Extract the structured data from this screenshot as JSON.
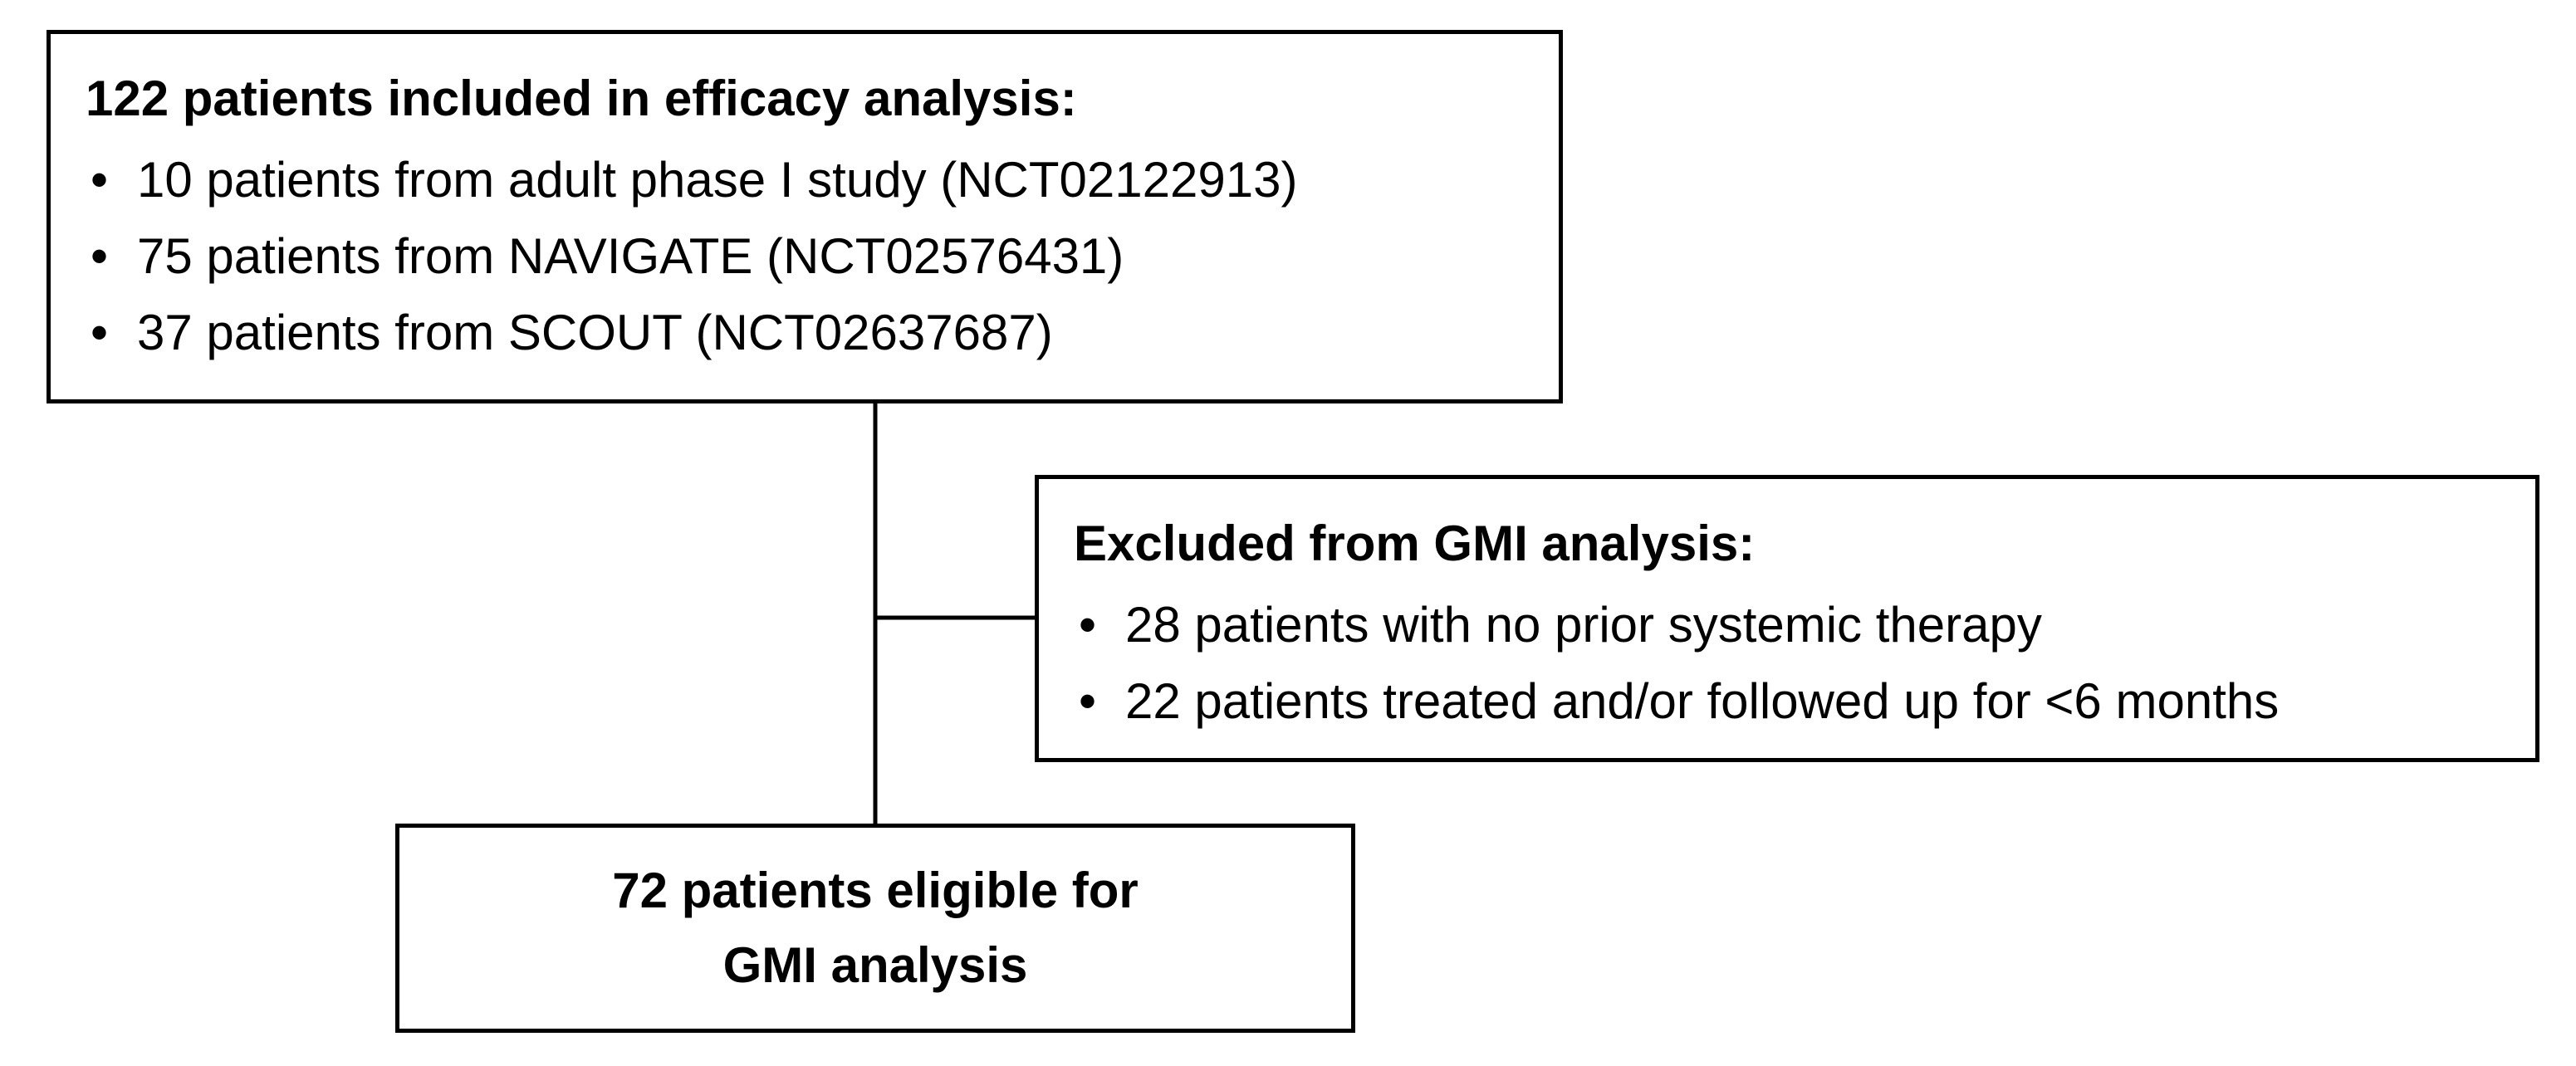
{
  "included": {
    "title": "122 patients included in efficacy analysis:",
    "bullet_glyph": "•",
    "items": [
      "10 patients from adult phase I study (NCT02122913)",
      "75 patients from NAVIGATE (NCT02576431)",
      "37 patients from SCOUT (NCT02637687)"
    ]
  },
  "excluded": {
    "title": "Excluded from GMI analysis:",
    "bullet_glyph": "•",
    "items": [
      "28 patients with no prior systemic therapy",
      "22 patients treated and/or followed up for <6 months"
    ]
  },
  "eligible": {
    "title_lines": [
      "72 patients eligible for",
      "GMI analysis"
    ]
  }
}
